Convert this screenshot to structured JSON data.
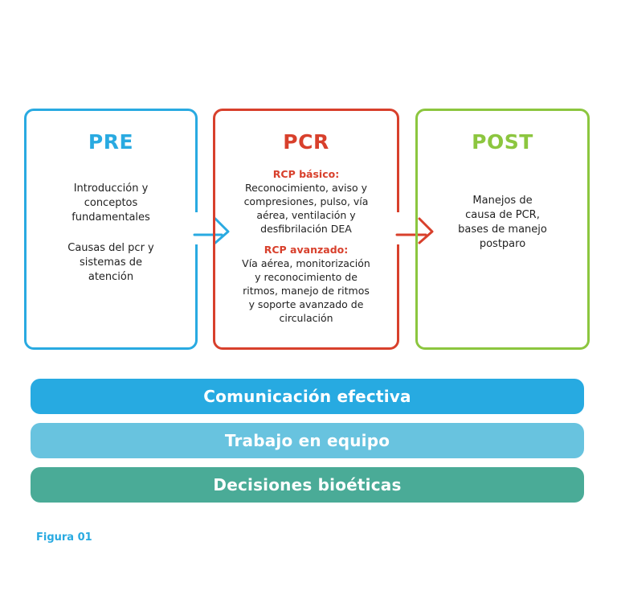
{
  "diagram": {
    "pre": {
      "title": "PRE",
      "text_lines_1": [
        "Introducción y",
        "conceptos",
        "fundamentales"
      ],
      "text_lines_2": [
        "Causas del pcr y",
        "sistemas de",
        "atención"
      ]
    },
    "pcr": {
      "title": "PCR",
      "basic_label": "RCP básico:",
      "basic_lines": [
        "Reconocimiento, aviso y",
        "compresiones, pulso, vía",
        "aérea, ventilación y",
        "desfibrilación DEA"
      ],
      "advanced_label": "RCP avanzado:",
      "advanced_lines": [
        "Vía aérea, monitorización",
        "y reconocimiento de",
        "ritmos, manejo de ritmos",
        "y soporte avanzado de",
        "circulación"
      ]
    },
    "post": {
      "title": "POST",
      "text_lines": [
        "Manejos de",
        "causa de PCR,",
        "bases de manejo",
        "postparo"
      ]
    },
    "bars": [
      "Comunicación efectiva",
      "Trabajo en equipo",
      "Decisiones bioéticas"
    ],
    "caption": "Figura 01",
    "colors": {
      "pre": "#29aae1",
      "pcr": "#d8402c",
      "post": "#8cc63f",
      "bar_1": "#27aae1",
      "bar_2": "#68c3df",
      "bar_3": "#4aab97"
    }
  }
}
